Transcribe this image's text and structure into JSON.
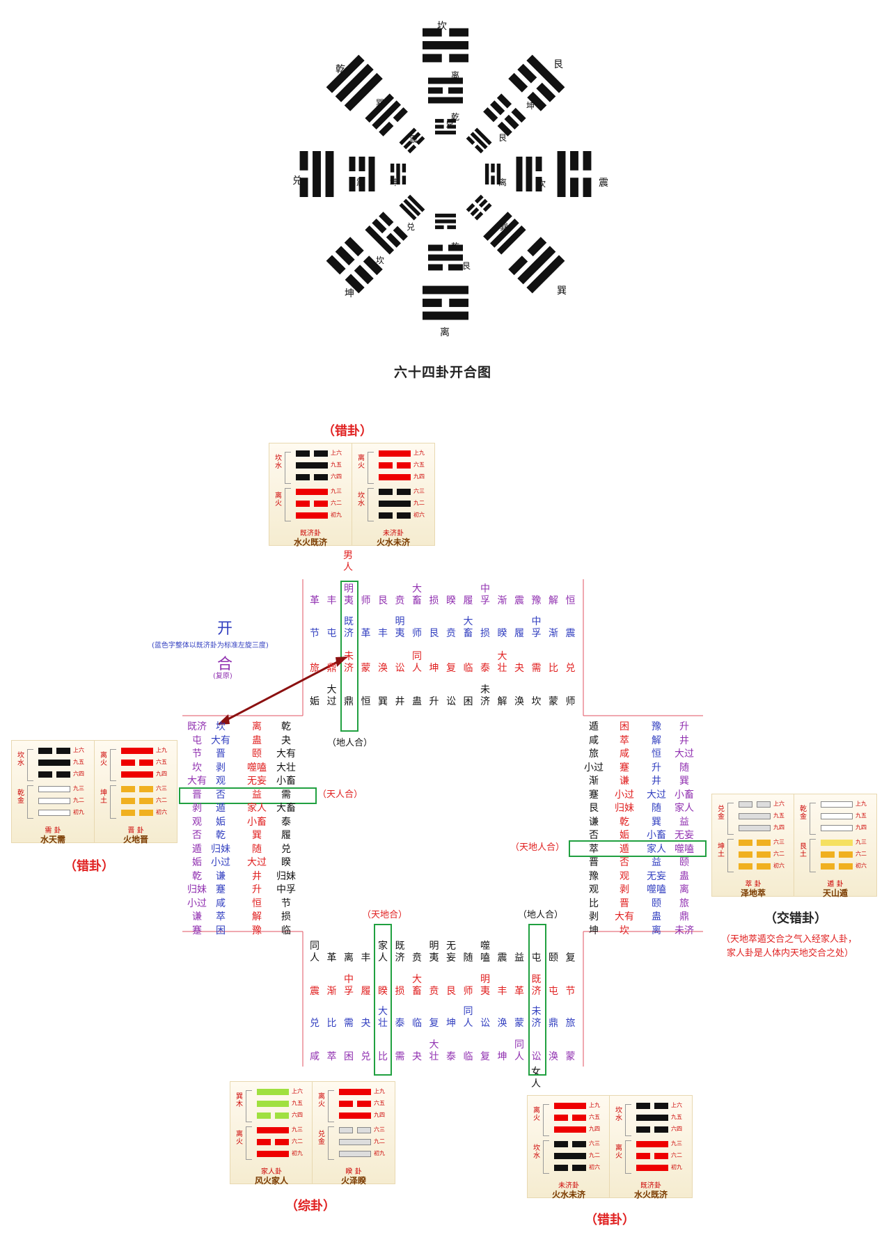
{
  "bagua": {
    "outer": [
      "坎",
      "艮",
      "震",
      "巽",
      "离",
      "坤",
      "兑",
      "乾"
    ],
    "inner": [
      "离",
      "坤",
      "坎",
      "兑",
      "乾",
      "艮",
      "离",
      "巽",
      "乾",
      "兑",
      "坤",
      "震",
      "巽",
      "坎",
      "艮",
      "震"
    ],
    "title": "六十四卦开合图"
  },
  "labels": {
    "cuogua": "（错卦）",
    "zonggua": "（综卦）",
    "jiaocuogua": "（交错卦）",
    "kai": "开",
    "he": "合",
    "kai_note": "(蓝色字整体以既济卦为标准左旋三度)",
    "he_note": "(复原)",
    "nanren": "男人",
    "nvren": "女人",
    "direnhe": "（地人合）",
    "tianrenhe": "（天人合）",
    "tiandirenhe": "（天地人合）",
    "tiandihe": "（天地合）",
    "direnhe2": "（地人合）",
    "jiao_note1": "（天地萃遁交合之气入经家人卦，",
    "jiao_note2": "家人卦是人体内天地交合之处）"
  },
  "cards": {
    "top_left": {
      "upper": "坎水",
      "lower": "离火",
      "name1": "既济卦",
      "name2": "水火既济",
      "yao": [
        "上六",
        "九五",
        "六四",
        "九三",
        "六二",
        "初九"
      ]
    },
    "top_right": {
      "upper": "离火",
      "lower": "坎水",
      "name1": "未济卦",
      "name2": "火水未济",
      "yao": [
        "上九",
        "六五",
        "九四",
        "六三",
        "九二",
        "初六"
      ]
    },
    "left_a": {
      "upper": "坎水",
      "lower": "乾金",
      "name1": "需 卦",
      "name2": "水天需",
      "yao": [
        "上六",
        "九五",
        "六四",
        "九三",
        "九二",
        "初九"
      ]
    },
    "left_b": {
      "upper": "离火",
      "lower": "坤土",
      "name1": "晋 卦",
      "name2": "火地晋",
      "yao": [
        "上九",
        "六五",
        "九四",
        "六三",
        "六二",
        "初六"
      ]
    },
    "right_a": {
      "upper": "兑金",
      "lower": "坤土",
      "name1": "萃 卦",
      "name2": "泽地萃",
      "yao": [
        "上六",
        "九五",
        "九四",
        "六三",
        "六二",
        "初六"
      ]
    },
    "right_b": {
      "upper": "乾金",
      "lower": "艮土",
      "name1": "遁 卦",
      "name2": "天山遁",
      "yao": [
        "上九",
        "九五",
        "九四",
        "九三",
        "六二",
        "初六"
      ]
    },
    "bottom_left_a": {
      "upper": "巽木",
      "lower": "离火",
      "name1": "家人卦",
      "name2": "风火家人",
      "yao": [
        "上六",
        "九五",
        "六四",
        "九三",
        "六二",
        "初九"
      ]
    },
    "bottom_left_b": {
      "upper": "离火",
      "lower": "兑金",
      "name1": "睽 卦",
      "name2": "火泽睽",
      "yao": [
        "上九",
        "六五",
        "九四",
        "六三",
        "九二",
        "初九"
      ]
    },
    "bottom_right_a": {
      "upper": "离火",
      "lower": "坎水",
      "name1": "未济卦",
      "name2": "火水未济",
      "yao": [
        "上九",
        "六五",
        "九四",
        "六三",
        "九二",
        "初六"
      ]
    },
    "bottom_right_b": {
      "upper": "坎水",
      "lower": "离火",
      "name1": "既济卦",
      "name2": "水火既济",
      "yao": [
        "上六",
        "九五",
        "六四",
        "九三",
        "六二",
        "初九"
      ]
    }
  },
  "grid_top": {
    "row1": [
      "革",
      "丰",
      "明夷",
      "师",
      "艮",
      "贲",
      "大畜",
      "损",
      "睽",
      "履",
      "中孚",
      "渐",
      "震",
      "豫",
      "解",
      "恒"
    ],
    "row2": [
      "节",
      "屯",
      "既济",
      "革",
      "丰",
      "明夷",
      "师",
      "艮",
      "贲",
      "大畜",
      "损",
      "睽",
      "履",
      "中孚",
      "渐",
      "震"
    ],
    "row3": [
      "旅",
      "鼎",
      "未济",
      "蒙",
      "涣",
      "讼",
      "同人",
      "坤",
      "复",
      "临",
      "泰",
      "大壮",
      "夬",
      "需",
      "比",
      "兑"
    ],
    "row4": [
      "姤",
      "大过",
      "鼎",
      "恒",
      "巽",
      "井",
      "蛊",
      "升",
      "讼",
      "困",
      "未济",
      "解",
      "涣",
      "坎",
      "蒙",
      "师"
    ]
  },
  "grid_left": {
    "c1": [
      "既济",
      "屯",
      "节",
      "坎",
      "大有",
      "晋",
      "剥",
      "观",
      "否",
      "遁",
      "姤",
      "乾",
      "归妹",
      "小过",
      "谦",
      "蹇"
    ],
    "c2": [
      "坎",
      "大有",
      "晋",
      "剥",
      "观",
      "否",
      "遁",
      "姤",
      "乾",
      "归妹",
      "小过",
      "谦",
      "蹇",
      "咸",
      "萃",
      "困"
    ],
    "c3": [
      "离",
      "蛊",
      "颐",
      "噬嗑",
      "无妄",
      "益",
      "家人",
      "小畜",
      "巽",
      "随",
      "大过",
      "井",
      "升",
      "恒",
      "解",
      "豫"
    ],
    "c4": [
      "乾",
      "夬",
      "大有",
      "大壮",
      "小畜",
      "需",
      "大畜",
      "泰",
      "履",
      "兑",
      "睽",
      "归妹",
      "中孚",
      "节",
      "损",
      "临"
    ]
  },
  "grid_right": {
    "c1": [
      "遁",
      "咸",
      "旅",
      "小过",
      "渐",
      "蹇",
      "艮",
      "谦",
      "否",
      "萃",
      "晋",
      "豫",
      "观",
      "比",
      "剥",
      "坤"
    ],
    "c2": [
      "困",
      "萃",
      "咸",
      "蹇",
      "谦",
      "小过",
      "归妹",
      "乾",
      "姤",
      "遁",
      "否",
      "观",
      "剥",
      "晋",
      "大有",
      "坎"
    ],
    "c3": [
      "豫",
      "解",
      "恒",
      "升",
      "井",
      "大过",
      "随",
      "巽",
      "小畜",
      "家人",
      "益",
      "无妄",
      "噬嗑",
      "颐",
      "蛊",
      "离"
    ],
    "c4": [
      "升",
      "井",
      "大过",
      "随",
      "巽",
      "小畜",
      "家人",
      "益",
      "无妄",
      "噬嗑",
      "颐",
      "蛊",
      "离",
      "旅",
      "鼎",
      "未济"
    ]
  },
  "grid_bottom": {
    "row1": [
      "同人",
      "革",
      "离",
      "丰",
      "家人",
      "既济",
      "贲",
      "明夷",
      "无妄",
      "随",
      "噬嗑",
      "震",
      "益",
      "屯",
      "颐",
      "复"
    ],
    "row2": [
      "震",
      "渐",
      "中孚",
      "履",
      "睽",
      "损",
      "大畜",
      "贲",
      "艮",
      "师",
      "明夷",
      "丰",
      "革",
      "既济",
      "屯",
      "节"
    ],
    "row3": [
      "兑",
      "比",
      "需",
      "夬",
      "大壮",
      "泰",
      "临",
      "复",
      "坤",
      "同人",
      "讼",
      "涣",
      "蒙",
      "未济",
      "鼎",
      "旅"
    ],
    "row4": [
      "咸",
      "萃",
      "困",
      "兑",
      "比",
      "需",
      "夬",
      "大壮",
      "泰",
      "临",
      "复",
      "坤",
      "同人",
      "讼",
      "涣",
      "蒙"
    ]
  }
}
